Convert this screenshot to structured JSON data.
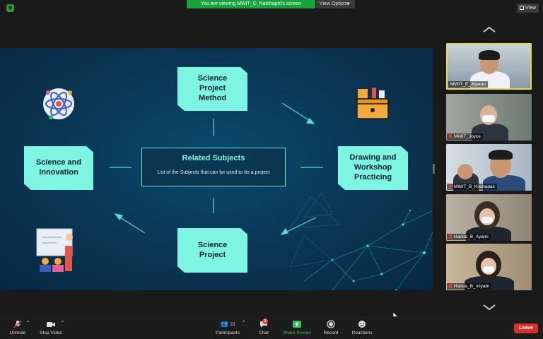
{
  "top": {
    "banner": "You are viewing MWIT_C_Natchapol's screen",
    "view_options": "View Options",
    "view": "View"
  },
  "slide": {
    "box_top": [
      "Science",
      "Project",
      "Method"
    ],
    "box_left": [
      "Science and",
      "Innovation"
    ],
    "box_right": [
      "Drawing and",
      "Workshop",
      "Practicing"
    ],
    "box_bottom": [
      "Science",
      "Project"
    ],
    "center_title": "Related Subjects",
    "center_sub": "List of the Subjects that can be used to do a project"
  },
  "participants": [
    {
      "name": "MWIT_E_Jitpanu"
    },
    {
      "name": "MWIT_Joyce"
    },
    {
      "name": "MWIT_B_Kochapas"
    },
    {
      "name": "Handa_B_Ayami"
    },
    {
      "name": "Handa_B_miyabi"
    }
  ],
  "toolbar": {
    "unmute": "Unmute",
    "stop_video": "Stop Video",
    "participants": "Participants",
    "participant_count": "23",
    "chat": "Chat",
    "chat_badge": "3",
    "share_screen": "Share Screen",
    "record": "Record",
    "reactions": "Reactions",
    "leave": "Leave"
  },
  "colors": {
    "accent_green": "#19a33c",
    "slide_box": "#7ef5e3",
    "leave_red": "#d92e2e"
  }
}
